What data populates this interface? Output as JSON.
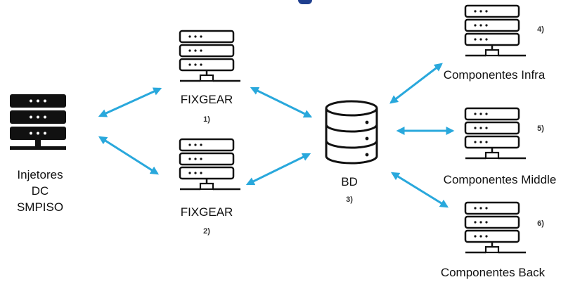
{
  "nodes": {
    "injetores": {
      "label_lines": [
        "Injetores",
        "DC",
        "SMPISO"
      ],
      "icon": "server-icon"
    },
    "fixgear_top": {
      "label": "FIXGEAR",
      "number": "1)",
      "icon": "server-icon"
    },
    "fixgear_bottom": {
      "label": "FIXGEAR",
      "number": "2)",
      "icon": "server-icon"
    },
    "bd": {
      "label": "BD",
      "number": "3)",
      "icon": "database-icon"
    },
    "comp_infra": {
      "label": "Componentes Infra",
      "number": "4)",
      "icon": "server-icon"
    },
    "comp_middle": {
      "label": "Componentes Middle",
      "number": "5)",
      "icon": "server-icon"
    },
    "comp_back": {
      "label": "Componentes Back",
      "number": "6)",
      "icon": "server-icon"
    }
  },
  "edges": [
    {
      "from": "injetores",
      "to": "fixgear_top",
      "style": "bidirectional"
    },
    {
      "from": "injetores",
      "to": "fixgear_bottom",
      "style": "bidirectional"
    },
    {
      "from": "fixgear_top",
      "to": "bd",
      "style": "bidirectional"
    },
    {
      "from": "fixgear_bottom",
      "to": "bd",
      "style": "bidirectional"
    },
    {
      "from": "bd",
      "to": "comp_infra",
      "style": "bidirectional"
    },
    {
      "from": "bd",
      "to": "comp_middle",
      "style": "bidirectional"
    },
    {
      "from": "bd",
      "to": "comp_back",
      "style": "bidirectional"
    }
  ],
  "colors": {
    "arrow": "#29a8dc",
    "icon": "#111111",
    "header_fragment": "#1f3f8f"
  }
}
